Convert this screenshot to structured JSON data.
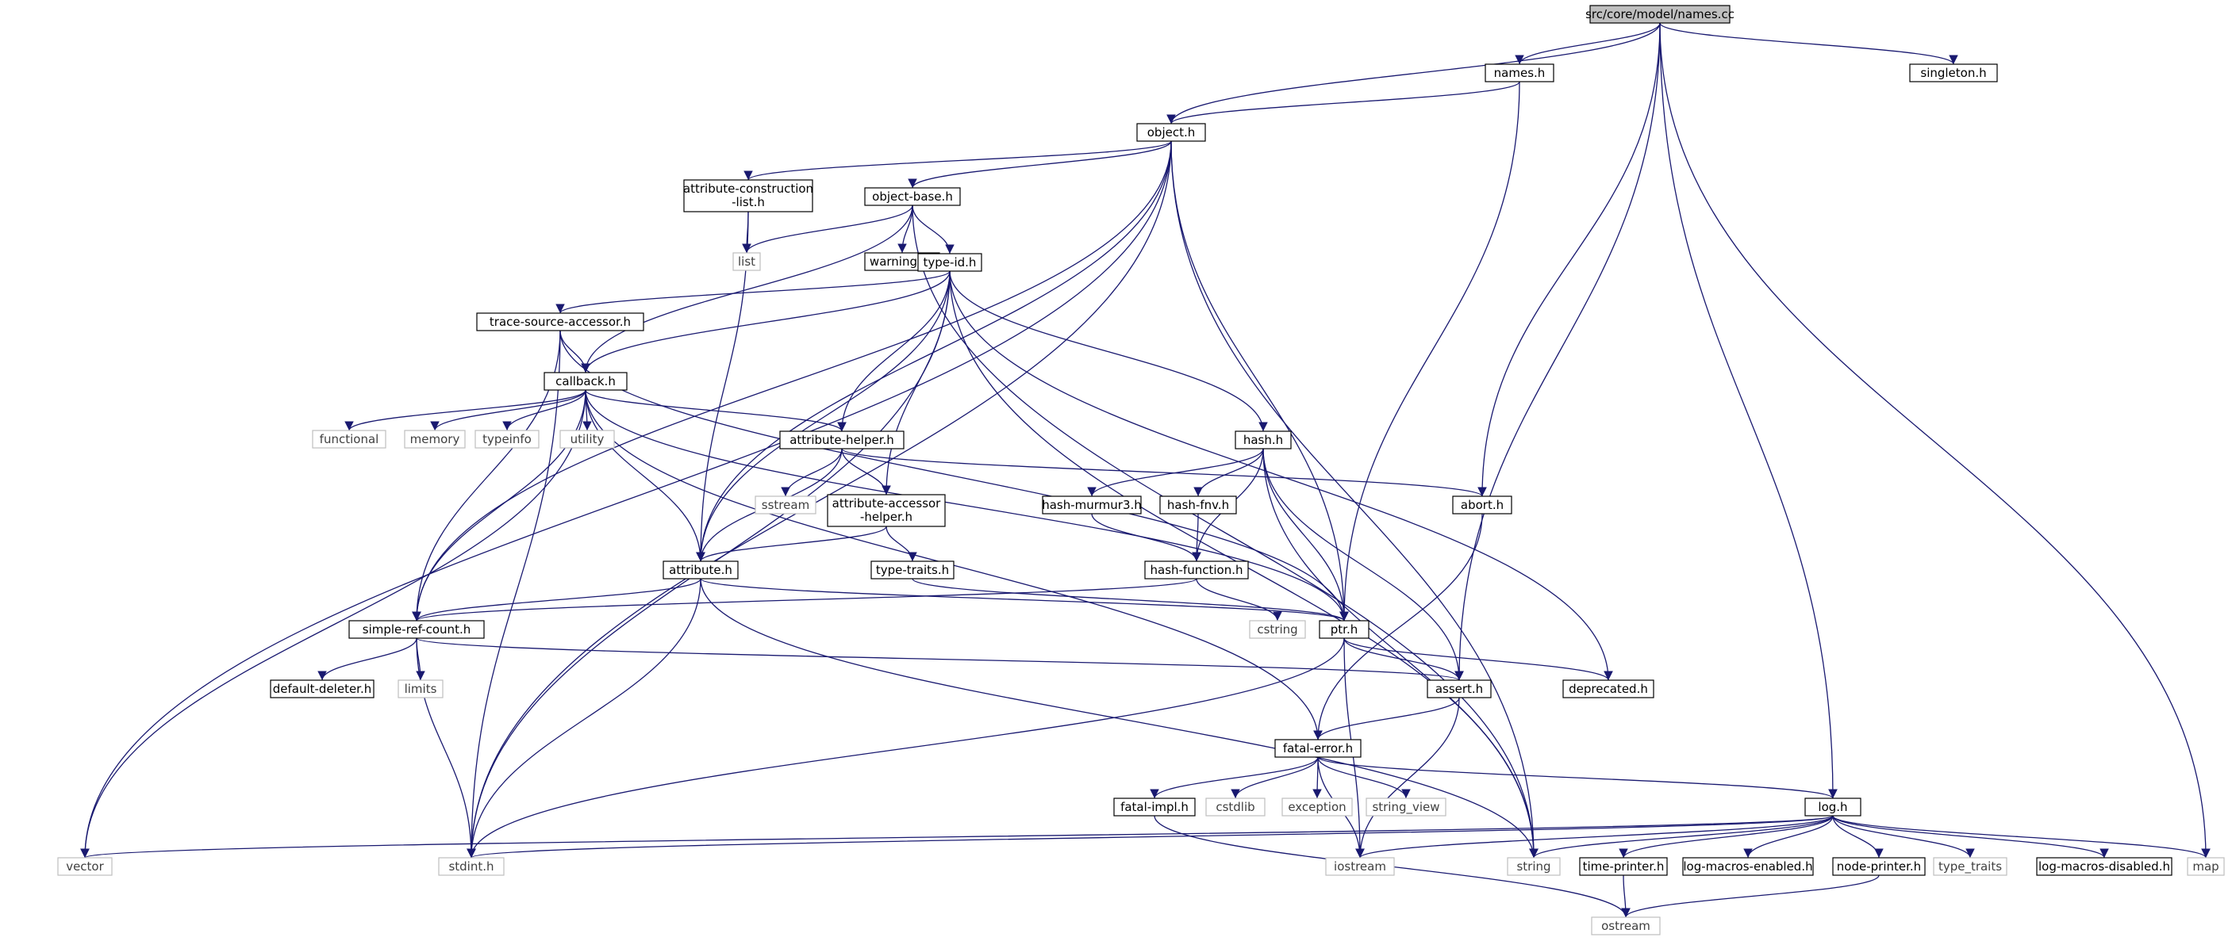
{
  "colors": {
    "edge": "#191970",
    "root_fill": "#bfbfbf",
    "node_border": "#000000",
    "external_border": "#bfbfbf",
    "external_text": "#404040",
    "text": "#000000",
    "background": "#ffffff"
  },
  "nodes": [
    {
      "id": "names_cc",
      "label": "src/core/model/names.cc",
      "kind": "root"
    },
    {
      "id": "names_h",
      "label": "names.h",
      "kind": "file"
    },
    {
      "id": "singleton_h",
      "label": "singleton.h",
      "kind": "file"
    },
    {
      "id": "object_h",
      "label": "object.h",
      "kind": "file"
    },
    {
      "id": "attr_constr",
      "label": "attribute-construction-list.h",
      "kind": "file"
    },
    {
      "id": "object_base",
      "label": "object-base.h",
      "kind": "file"
    },
    {
      "id": "list",
      "label": "list",
      "kind": "external"
    },
    {
      "id": "warnings_h",
      "label": "warnings.h",
      "kind": "file"
    },
    {
      "id": "type_id",
      "label": "type-id.h",
      "kind": "file"
    },
    {
      "id": "trace_src",
      "label": "trace-source-accessor.h",
      "kind": "file"
    },
    {
      "id": "callback_h",
      "label": "callback.h",
      "kind": "file"
    },
    {
      "id": "functional",
      "label": "functional",
      "kind": "external"
    },
    {
      "id": "memory",
      "label": "memory",
      "kind": "external"
    },
    {
      "id": "typeinfo",
      "label": "typeinfo",
      "kind": "external"
    },
    {
      "id": "utility",
      "label": "utility",
      "kind": "external"
    },
    {
      "id": "attr_helper",
      "label": "attribute-helper.h",
      "kind": "file"
    },
    {
      "id": "hash_h",
      "label": "hash.h",
      "kind": "file"
    },
    {
      "id": "sstream",
      "label": "sstream",
      "kind": "external"
    },
    {
      "id": "attr_acc",
      "label": "attribute-accessor-helper.h",
      "kind": "file"
    },
    {
      "id": "hash_murmur",
      "label": "hash-murmur3.h",
      "kind": "file"
    },
    {
      "id": "hash_fnv",
      "label": "hash-fnv.h",
      "kind": "file"
    },
    {
      "id": "abort_h",
      "label": "abort.h",
      "kind": "file"
    },
    {
      "id": "attribute_h",
      "label": "attribute.h",
      "kind": "file"
    },
    {
      "id": "type_traits_h",
      "label": "type-traits.h",
      "kind": "file"
    },
    {
      "id": "hash_function",
      "label": "hash-function.h",
      "kind": "file"
    },
    {
      "id": "simple_ref",
      "label": "simple-ref-count.h",
      "kind": "file"
    },
    {
      "id": "cstring",
      "label": "cstring",
      "kind": "external"
    },
    {
      "id": "ptr_h",
      "label": "ptr.h",
      "kind": "file"
    },
    {
      "id": "default_deleter",
      "label": "default-deleter.h",
      "kind": "file"
    },
    {
      "id": "limits",
      "label": "limits",
      "kind": "external"
    },
    {
      "id": "assert_h",
      "label": "assert.h",
      "kind": "file"
    },
    {
      "id": "deprecated_h",
      "label": "deprecated.h",
      "kind": "file"
    },
    {
      "id": "fatal_error",
      "label": "fatal-error.h",
      "kind": "file"
    },
    {
      "id": "fatal_impl",
      "label": "fatal-impl.h",
      "kind": "file"
    },
    {
      "id": "cstdlib",
      "label": "cstdlib",
      "kind": "external"
    },
    {
      "id": "exception",
      "label": "exception",
      "kind": "external"
    },
    {
      "id": "string_view",
      "label": "string_view",
      "kind": "external"
    },
    {
      "id": "log_h",
      "label": "log.h",
      "kind": "file"
    },
    {
      "id": "vector",
      "label": "vector",
      "kind": "external"
    },
    {
      "id": "stdint",
      "label": "stdint.h",
      "kind": "external"
    },
    {
      "id": "iostream",
      "label": "iostream",
      "kind": "external"
    },
    {
      "id": "string",
      "label": "string",
      "kind": "external"
    },
    {
      "id": "time_printer",
      "label": "time-printer.h",
      "kind": "file"
    },
    {
      "id": "log_enabled",
      "label": "log-macros-enabled.h",
      "kind": "file"
    },
    {
      "id": "node_printer",
      "label": "node-printer.h",
      "kind": "file"
    },
    {
      "id": "type_traits",
      "label": "type_traits",
      "kind": "external"
    },
    {
      "id": "log_disabled",
      "label": "log-macros-disabled.h",
      "kind": "file"
    },
    {
      "id": "map",
      "label": "map",
      "kind": "external"
    },
    {
      "id": "ostream",
      "label": "ostream",
      "kind": "external"
    }
  ],
  "edges": [
    [
      "names_cc",
      "names_h"
    ],
    [
      "names_cc",
      "singleton_h"
    ],
    [
      "names_cc",
      "object_h"
    ],
    [
      "names_cc",
      "abort_h"
    ],
    [
      "names_cc",
      "assert_h"
    ],
    [
      "names_cc",
      "log_h"
    ],
    [
      "names_cc",
      "map"
    ],
    [
      "names_h",
      "object_h"
    ],
    [
      "names_h",
      "ptr_h"
    ],
    [
      "object_h",
      "attr_constr"
    ],
    [
      "object_h",
      "object_base"
    ],
    [
      "object_h",
      "vector"
    ],
    [
      "object_h",
      "stdint"
    ],
    [
      "object_h",
      "simple_ref"
    ],
    [
      "object_h",
      "attribute_h"
    ],
    [
      "object_h",
      "ptr_h"
    ],
    [
      "object_h",
      "string"
    ],
    [
      "attr_constr",
      "list"
    ],
    [
      "attr_constr",
      "attribute_h"
    ],
    [
      "object_base",
      "list"
    ],
    [
      "object_base",
      "warnings_h"
    ],
    [
      "object_base",
      "type_id"
    ],
    [
      "object_base",
      "callback_h"
    ],
    [
      "object_base",
      "string"
    ],
    [
      "type_id",
      "trace_src"
    ],
    [
      "type_id",
      "callback_h"
    ],
    [
      "type_id",
      "attr_helper"
    ],
    [
      "type_id",
      "attr_acc"
    ],
    [
      "type_id",
      "attribute_h"
    ],
    [
      "type_id",
      "hash_h"
    ],
    [
      "type_id",
      "deprecated_h"
    ],
    [
      "type_id",
      "string"
    ],
    [
      "type_id",
      "stdint"
    ],
    [
      "trace_src",
      "callback_h"
    ],
    [
      "trace_src",
      "simple_ref"
    ],
    [
      "trace_src",
      "ptr_h"
    ],
    [
      "trace_src",
      "stdint"
    ],
    [
      "callback_h",
      "functional"
    ],
    [
      "callback_h",
      "memory"
    ],
    [
      "callback_h",
      "typeinfo"
    ],
    [
      "callback_h",
      "utility"
    ],
    [
      "callback_h",
      "attr_helper"
    ],
    [
      "callback_h",
      "attribute_h"
    ],
    [
      "callback_h",
      "simple_ref"
    ],
    [
      "callback_h",
      "ptr_h"
    ],
    [
      "callback_h",
      "fatal_error"
    ],
    [
      "callback_h",
      "vector"
    ],
    [
      "attr_helper",
      "sstream"
    ],
    [
      "attr_helper",
      "attr_acc"
    ],
    [
      "attr_helper",
      "attribute_h"
    ],
    [
      "attr_helper",
      "abort_h"
    ],
    [
      "attr_acc",
      "attribute_h"
    ],
    [
      "attr_acc",
      "type_traits_h"
    ],
    [
      "hash_h",
      "hash_murmur"
    ],
    [
      "hash_h",
      "hash_fnv"
    ],
    [
      "hash_h",
      "hash_function"
    ],
    [
      "hash_h",
      "assert_h"
    ],
    [
      "hash_h",
      "ptr_h"
    ],
    [
      "hash_h",
      "string"
    ],
    [
      "hash_murmur",
      "hash_function"
    ],
    [
      "hash_fnv",
      "hash_function"
    ],
    [
      "hash_function",
      "cstring"
    ],
    [
      "hash_function",
      "simple_ref"
    ],
    [
      "abort_h",
      "fatal_error"
    ],
    [
      "attribute_h",
      "simple_ref"
    ],
    [
      "attribute_h",
      "ptr_h"
    ],
    [
      "attribute_h",
      "string"
    ],
    [
      "attribute_h",
      "stdint"
    ],
    [
      "type_traits_h",
      "ptr_h"
    ],
    [
      "simple_ref",
      "default_deleter"
    ],
    [
      "simple_ref",
      "limits"
    ],
    [
      "simple_ref",
      "assert_h"
    ],
    [
      "simple_ref",
      "stdint"
    ],
    [
      "ptr_h",
      "assert_h"
    ],
    [
      "ptr_h",
      "deprecated_h"
    ],
    [
      "ptr_h",
      "iostream"
    ],
    [
      "ptr_h",
      "stdint"
    ],
    [
      "assert_h",
      "fatal_error"
    ],
    [
      "assert_h",
      "iostream"
    ],
    [
      "fatal_error",
      "fatal_impl"
    ],
    [
      "fatal_error",
      "cstdlib"
    ],
    [
      "fatal_error",
      "exception"
    ],
    [
      "fatal_error",
      "string_view"
    ],
    [
      "fatal_error",
      "log_h"
    ],
    [
      "fatal_error",
      "iostream"
    ],
    [
      "fatal_impl",
      "ostream"
    ],
    [
      "log_h",
      "vector"
    ],
    [
      "log_h",
      "stdint"
    ],
    [
      "log_h",
      "iostream"
    ],
    [
      "log_h",
      "string"
    ],
    [
      "log_h",
      "time_printer"
    ],
    [
      "log_h",
      "log_enabled"
    ],
    [
      "log_h",
      "node_printer"
    ],
    [
      "log_h",
      "type_traits"
    ],
    [
      "log_h",
      "log_disabled"
    ],
    [
      "log_h",
      "map"
    ],
    [
      "time_printer",
      "ostream"
    ],
    [
      "node_printer",
      "ostream"
    ]
  ]
}
